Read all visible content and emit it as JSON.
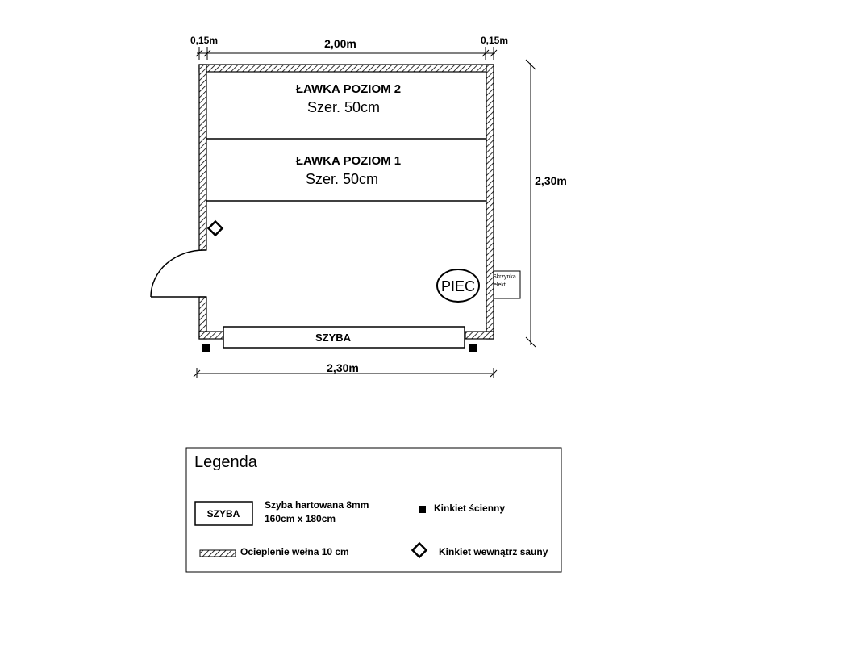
{
  "dimensions": {
    "wall_left": "0,15m",
    "inner_width": "2,00m",
    "wall_right": "0,15m",
    "height": "2,30m",
    "total_width": "2,30m"
  },
  "bench_upper": {
    "title": "ŁAWKA POZIOM 2",
    "width": "Szer. 50cm"
  },
  "bench_lower": {
    "title": "ŁAWKA POZIOM  1",
    "width": "Szer. 50cm"
  },
  "stove": "PIEC",
  "electrical_box": {
    "line1": "Skrzynka",
    "line2": "elekt."
  },
  "glass_label": "SZYBA",
  "legend": {
    "title": "Legenda",
    "glass_symbol": "SZYBA",
    "glass_line1": "Szyba hartowana 8mm",
    "glass_line2": "160cm x 180cm",
    "wall_lamp": "Kinkiet ścienny",
    "insulation": "Ocieplenie wełna 10 cm",
    "inner_lamp": "Kinkiet wewnątrz sauny"
  }
}
